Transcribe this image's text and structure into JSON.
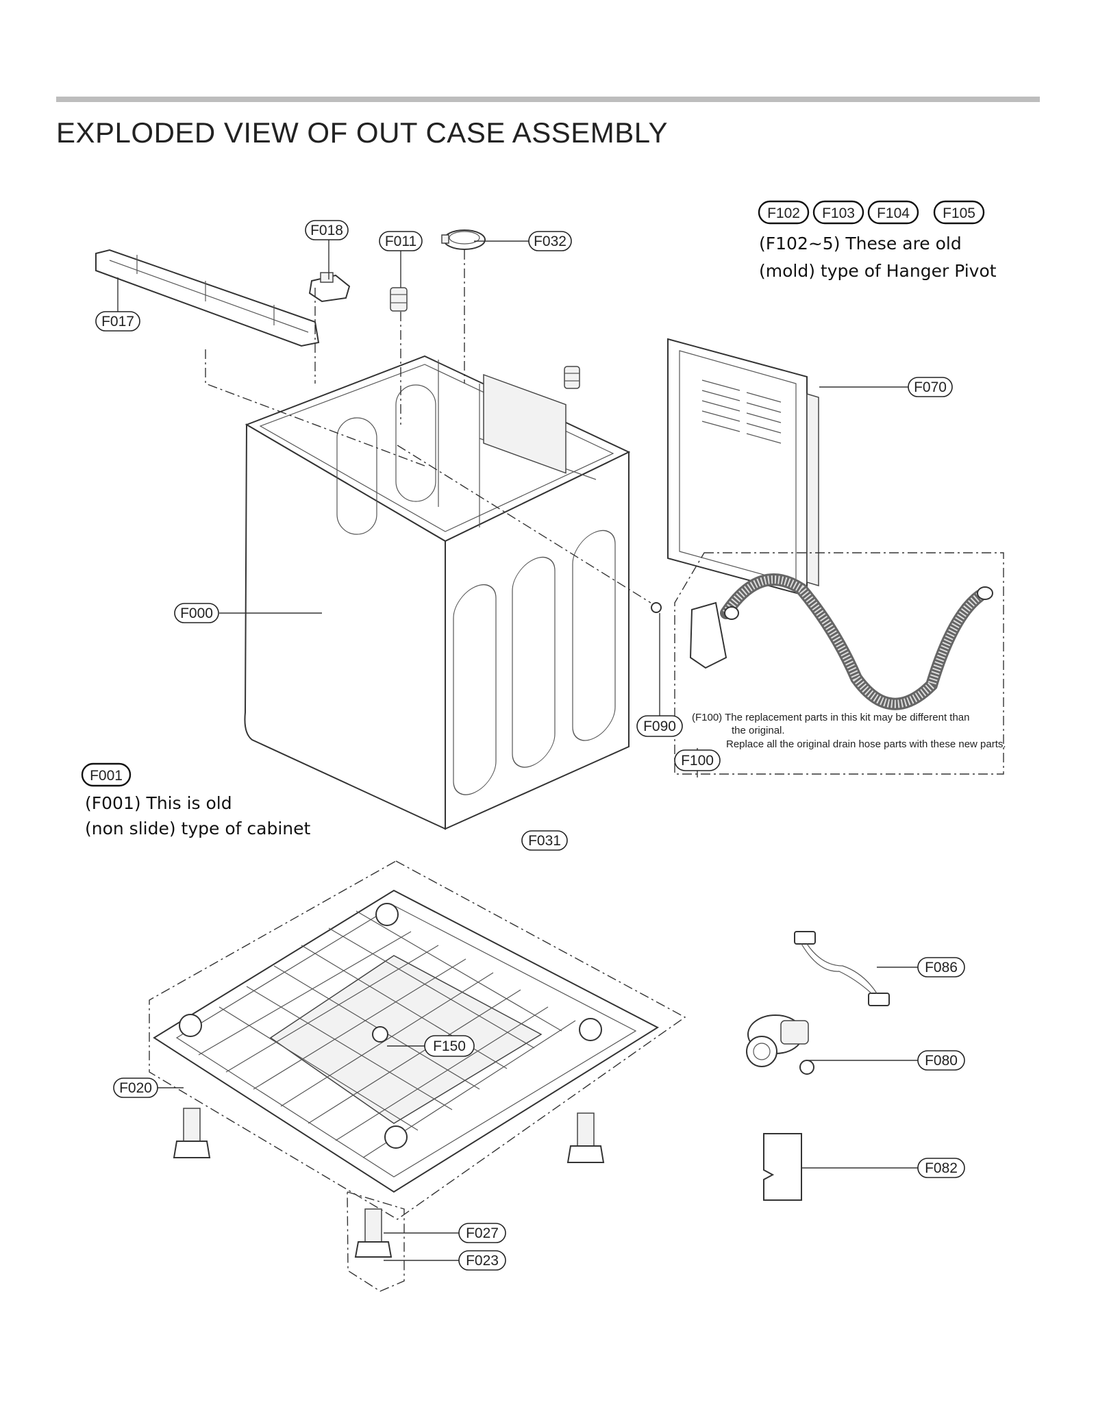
{
  "title": "EXPLODED VIEW OF OUT CASE ASSEMBLY",
  "labels": {
    "f000": "F000",
    "f001": "F001",
    "f011": "F011",
    "f017": "F017",
    "f018": "F018",
    "f020": "F020",
    "f023": "F023",
    "f027": "F027",
    "f031": "F031",
    "f032": "F032",
    "f070": "F070",
    "f080": "F080",
    "f082": "F082",
    "f086": "F086",
    "f090": "F090",
    "f100": "F100",
    "f102": "F102",
    "f103": "F103",
    "f104": "F104",
    "f105": "F105",
    "f150": "F150"
  },
  "notes": {
    "hanger_line1": "(F102~5) These are old",
    "hanger_line2": "(mold) type of Hanger Pivot",
    "cabinet_line1": "(F001) This is old",
    "cabinet_line2": "(non slide) type of cabinet",
    "drain_line1": "(F100) The replacement parts in this kit may be different  than",
    "drain_line2": "the original.",
    "drain_line3": "Replace all the original drain hose parts with these new parts."
  }
}
